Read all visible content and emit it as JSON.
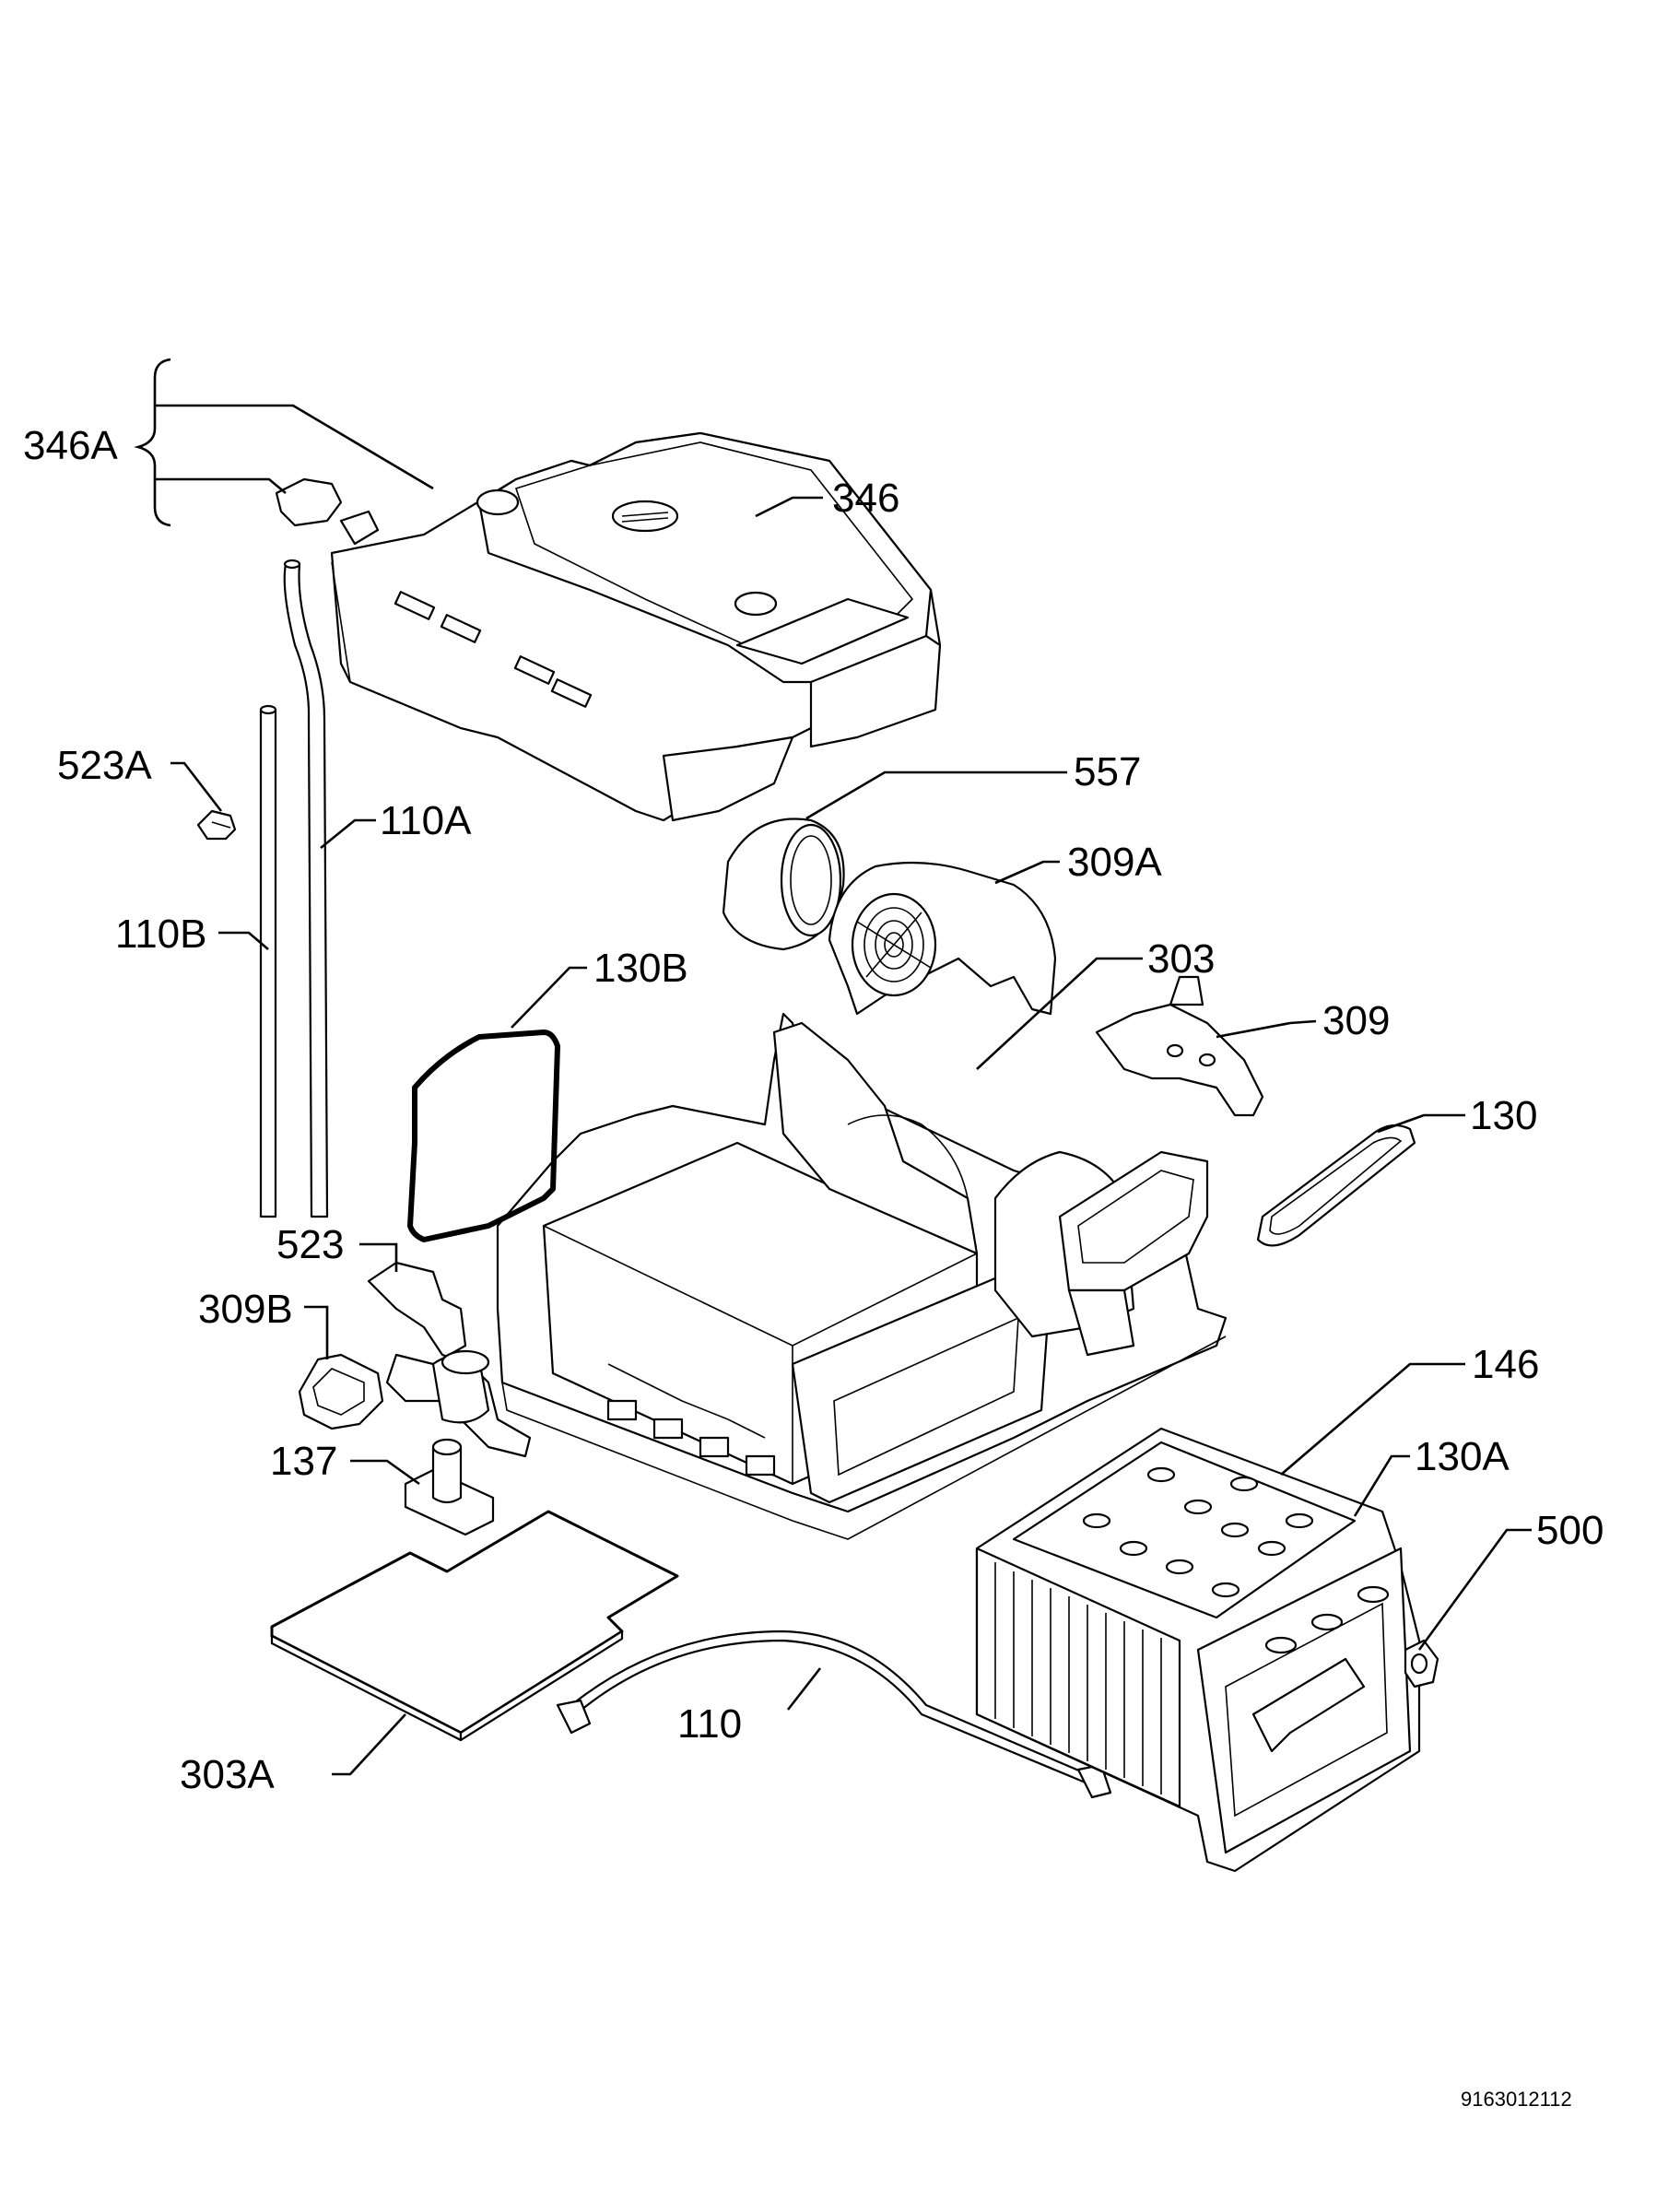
{
  "labels": {
    "346A": "346A",
    "346": "346",
    "523A": "523A",
    "110A": "110A",
    "557": "557",
    "309A": "309A",
    "110B": "110B",
    "130B": "130B",
    "303": "303",
    "309": "309",
    "130": "130",
    "523": "523",
    "309B": "309B",
    "146": "146",
    "130A": "130A",
    "137": "137",
    "500": "500",
    "110": "110",
    "303A": "303A"
  },
  "document_number": "9163012112"
}
